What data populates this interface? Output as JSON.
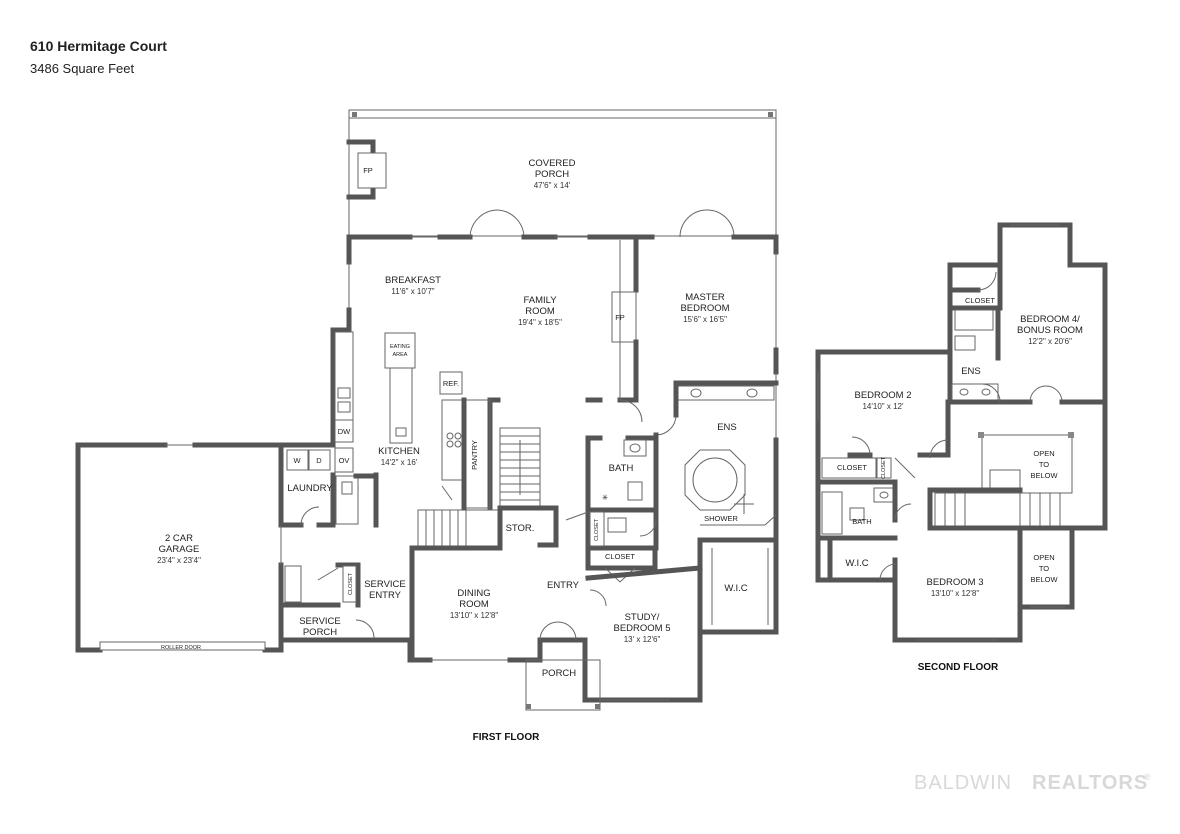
{
  "header": {
    "title": "610 Hermitage Court",
    "subtitle": "3486 Square Feet"
  },
  "first_floor": {
    "label": "FIRST FLOOR",
    "covered_porch": {
      "name1": "COVERED",
      "name2": "PORCH",
      "dim": "47'6\" x 14'"
    },
    "fireplace_porch": "FP",
    "fireplace_family": "FP",
    "breakfast": {
      "name": "BREAKFAST",
      "dim": "11'6\" x 10'7\""
    },
    "family_room": {
      "name1": "FAMILY",
      "name2": "ROOM",
      "dim": "19'4\" x 18'5\""
    },
    "master_bedroom": {
      "name1": "MASTER",
      "name2": "BEDROOM",
      "dim": "15'6\" x 16'5\""
    },
    "eating_area": {
      "l1": "EATING",
      "l2": "AREA"
    },
    "kitchen": {
      "name": "KITCHEN",
      "dim": "14'2\" x 16'"
    },
    "ref": "REF.",
    "pantry": "PANTRY",
    "dw": "DW",
    "ov": "OV",
    "washer": "W",
    "dryer": "D",
    "laundry": "LAUNDRY",
    "garage": {
      "name1": "2 CAR",
      "name2": "GARAGE",
      "dim": "23'4\" x 23'4\""
    },
    "roller_door": "ROLLER DOOR",
    "closet_service": "CLOSET",
    "service_entry": {
      "l1": "SERVICE",
      "l2": "ENTRY"
    },
    "service_porch": {
      "l1": "SERVICE",
      "l2": "PORCH"
    },
    "dining_room": {
      "name1": "DINING",
      "name2": "ROOM",
      "dim": "13'10\" x 12'8\""
    },
    "stor": "STOR.",
    "entry": "ENTRY",
    "porch": "PORCH",
    "bath": "BATH",
    "closet_bath": "CLOSET",
    "closet_hall": "CLOSET",
    "study": {
      "name1": "STUDY/",
      "name2": "BEDROOM 5",
      "dim": "13' x 12'6\""
    },
    "ens": "ENS",
    "shower": "SHOWER",
    "wic": "W.I.C"
  },
  "second_floor": {
    "label": "SECOND FLOOR",
    "closet_top": "CLOSET",
    "bedroom4": {
      "name1": "BEDROOM 4/",
      "name2": "BONUS ROOM",
      "dim": "12'2\" x 20'6\""
    },
    "ens": "ENS",
    "bedroom2": {
      "name": "BEDROOM 2",
      "dim": "14'10\" x 12'"
    },
    "closet_b2a": "CLOSET",
    "closet_b2b": "CLOSET",
    "open_below_1": {
      "l1": "OPEN",
      "l2": "TO",
      "l3": "BELOW"
    },
    "bath": "BATH",
    "wic": "W.I.C",
    "bedroom3": {
      "name": "BEDROOM 3",
      "dim": "13'10\" x 12'8\""
    },
    "open_below_2": {
      "l1": "OPEN",
      "l2": "TO",
      "l3": "BELOW"
    }
  },
  "watermark": {
    "part1": "BALDWIN",
    "part2": "REALTORS",
    "mark": "®"
  }
}
